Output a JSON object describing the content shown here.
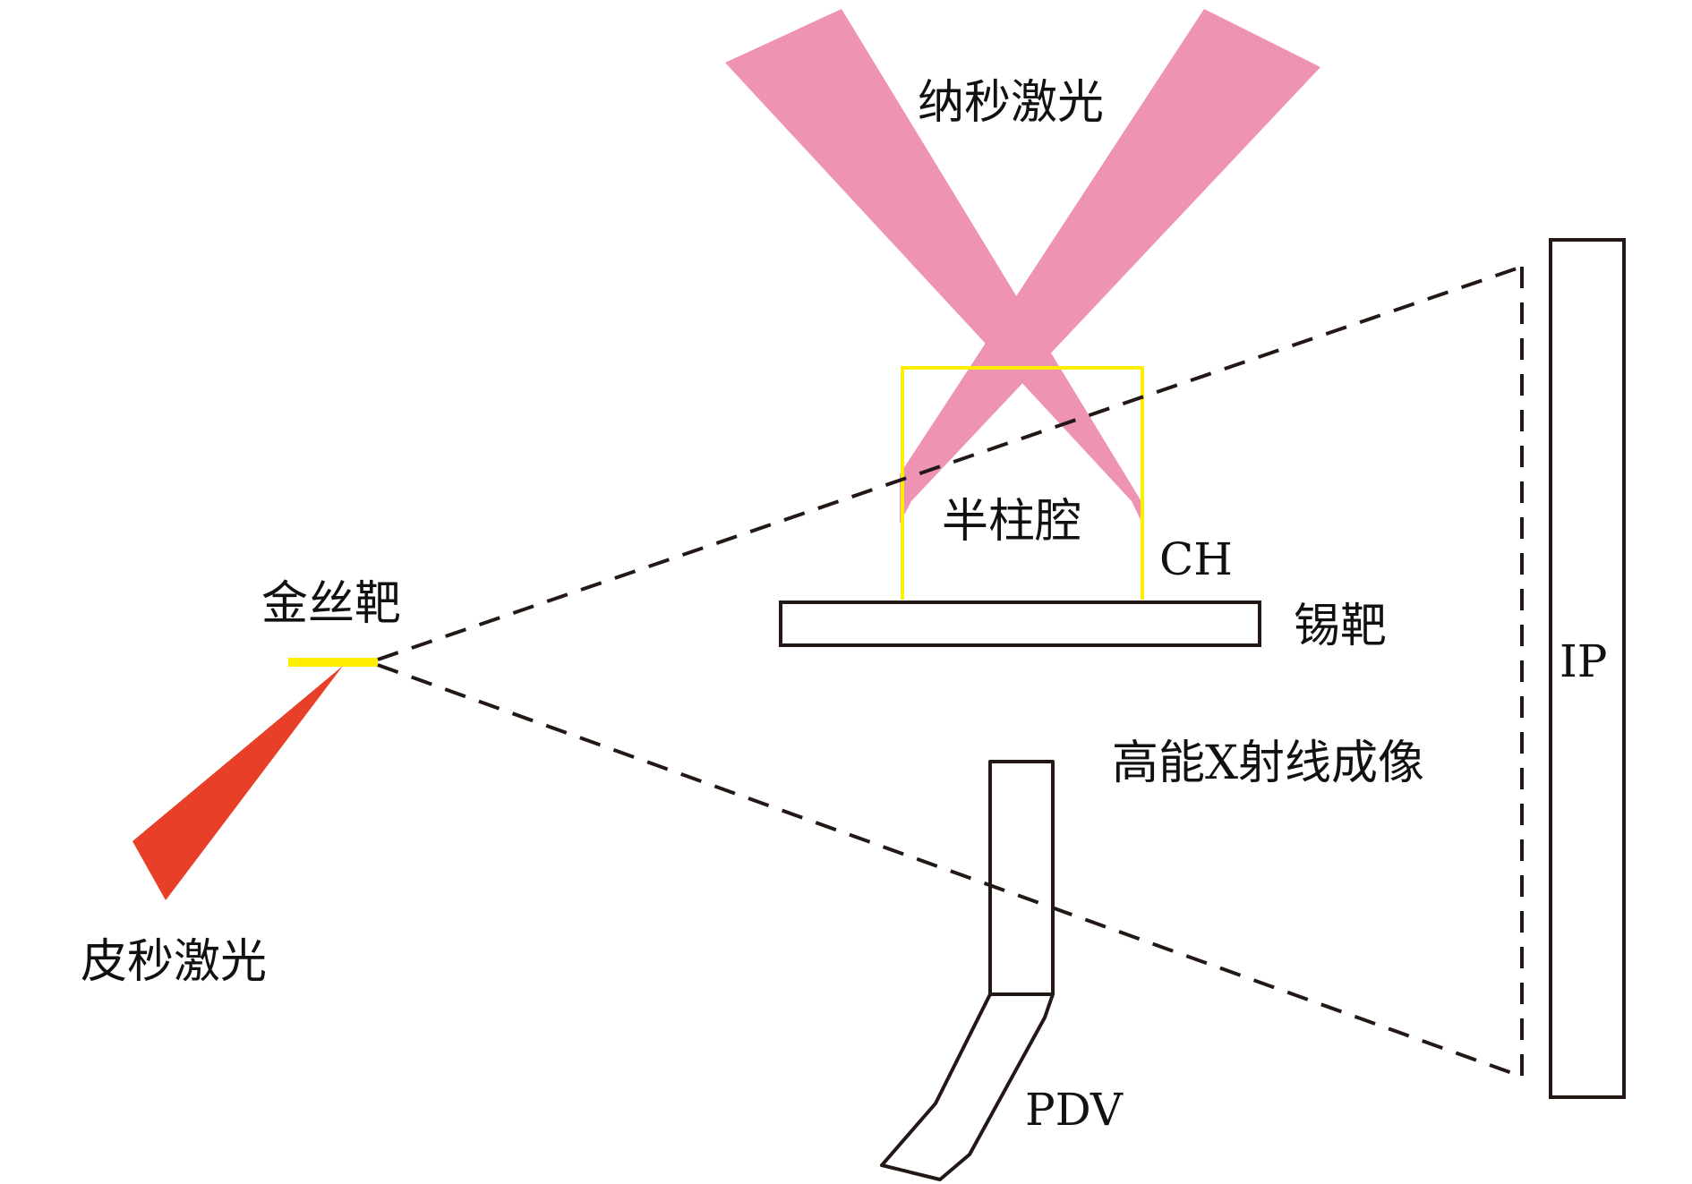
{
  "labels": {
    "ns_laser": "纳秒激光",
    "half_cavity": "半柱腔",
    "ch": "CH",
    "tin_target": "锡靶",
    "gold_wire": "金丝靶",
    "ps_laser": "皮秒激光",
    "ip": "IP",
    "xray_imaging": "高能X射线成像",
    "pdv": "PDV"
  },
  "colors": {
    "ns_laser_beam": "#ee93b2",
    "ps_laser_beam": "#e84028",
    "yellow": "#ffee00",
    "outline": "#231815",
    "background": "#ffffff"
  }
}
